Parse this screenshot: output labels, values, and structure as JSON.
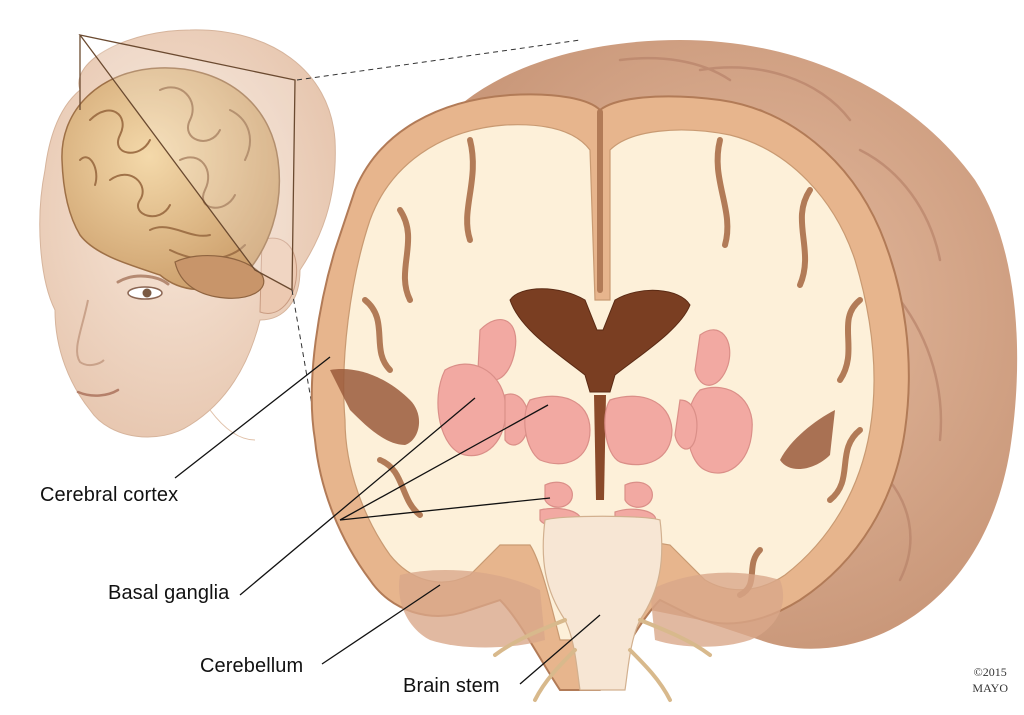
{
  "labels": {
    "cerebral_cortex": "Cerebral cortex",
    "basal_ganglia": "Basal ganglia",
    "cerebellum": "Cerebellum",
    "brain_stem": "Brain stem"
  },
  "copyright": {
    "year": "©2015",
    "owner": "MAYO"
  },
  "colors": {
    "background": "#ffffff",
    "skin": "#f2dccb",
    "cortex_gray_matter": "#e9b98f",
    "white_matter": "#fdf0d8",
    "ventricle": "#7a3e22",
    "basal_ganglia": "#f2a6a0",
    "outer_brain": "#d9a88a",
    "leader_line": "#111111"
  }
}
